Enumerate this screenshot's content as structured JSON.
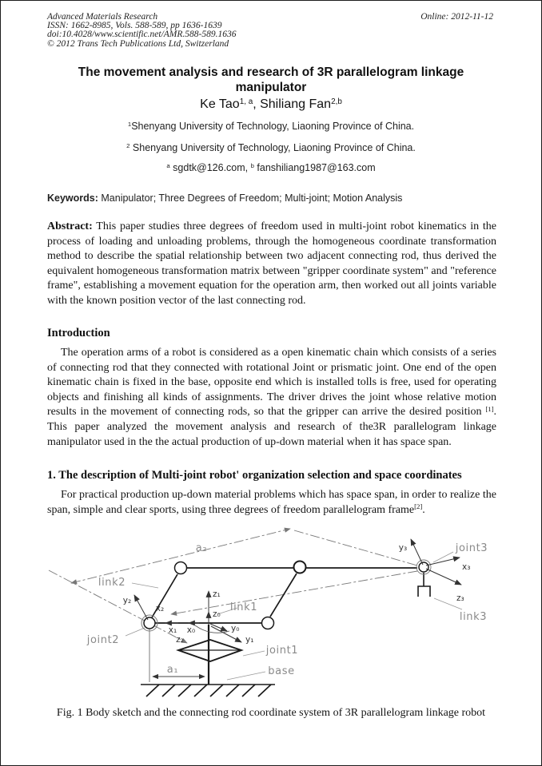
{
  "header": {
    "journal": "Advanced Materials Research",
    "issn": "ISSN: 1662-8985, Vols. 588-589, pp 1636-1639",
    "doi": "doi:10.4028/www.scientific.net/AMR.588-589.1636",
    "copyright": "© 2012 Trans Tech Publications Ltd, Switzerland",
    "online": "Online: 2012-11-12"
  },
  "title": {
    "line1": "The movement analysis and research of 3R parallelogram linkage",
    "line2": "manipulator"
  },
  "authors": {
    "name1": "Ke Tao",
    "sup1": "1, a",
    "separator": ", ",
    "name2": "Shiliang Fan",
    "sup2": "2,b"
  },
  "affiliations": {
    "a1_sup": "1",
    "a1_text": "Shenyang University of Technology, Liaoning Province of China.",
    "a2_sup": "2",
    "a2_text": " Shenyang University of Technology, Liaoning Province of China."
  },
  "emails": {
    "sup_a": "a",
    "email_a": " sgdtk@126.com, ",
    "sup_b": "b",
    "email_b": " fanshiliang1987@163.com"
  },
  "keywords": {
    "label": "Keywords:",
    "text": " Manipulator; Three Degrees of Freedom; Multi-joint; Motion Analysis"
  },
  "abstract": {
    "label": "Abstract:",
    "text": " This paper studies three degrees of freedom used in multi-joint robot kinematics in the process of loading and unloading problems, through the homogeneous coordinate transformation method to describe the spatial relationship between two adjacent connecting rod, thus derived the equivalent homogeneous transformation matrix between \"gripper coordinate system\" and \"reference frame\", establishing a movement equation for the operation arm, then worked out all joints variable with the known position vector of the last connecting rod."
  },
  "introduction": {
    "heading": "Introduction",
    "para_before_ref": "The operation arms of a robot is considered as a open kinematic chain which consists of a series of connecting rod that they connected with rotational Joint or prismatic joint. One end of the open kinematic chain is fixed in the base, opposite end which is installed tolls is free, used for operating objects and finishing all kinds of assignments. The driver drives the joint whose relative motion results in the movement of connecting rods, so that the gripper can arrive the desired position ",
    "ref": "[1]",
    "para_after_ref": ". This paper analyzed the movement analysis and research of the3R parallelogram linkage manipulator used in the the actual production of up-down material when it has space span."
  },
  "section1": {
    "heading": "1. The description of Multi-joint robot' organization selection and space coordinates",
    "para_before_ref": "For practical production up-down material problems which has space span, in order to realize the span, simple and clear sports, using three degrees of freedom parallelogram frame",
    "ref": "[2]",
    "para_after_ref": "."
  },
  "figure": {
    "caption": "Fig. 1 Body sketch and the connecting rod coordinate system of 3R parallelogram linkage robot",
    "labels": {
      "a2": "a₂",
      "a1": "a₁",
      "link1": "link1",
      "link2": "link2",
      "link3": "link3",
      "joint1": "joint1",
      "joint2": "joint2",
      "joint3": "joint3",
      "base": "base",
      "x0": "x₀",
      "x1": "x₁",
      "x2": "x₂",
      "x3": "x₃",
      "y0": "y₀",
      "y1": "y₁",
      "y2": "y₂",
      "y3": "y₃",
      "z0": "z₀",
      "z1": "z₁",
      "z2": "z₂",
      "z3": "z₃"
    }
  }
}
